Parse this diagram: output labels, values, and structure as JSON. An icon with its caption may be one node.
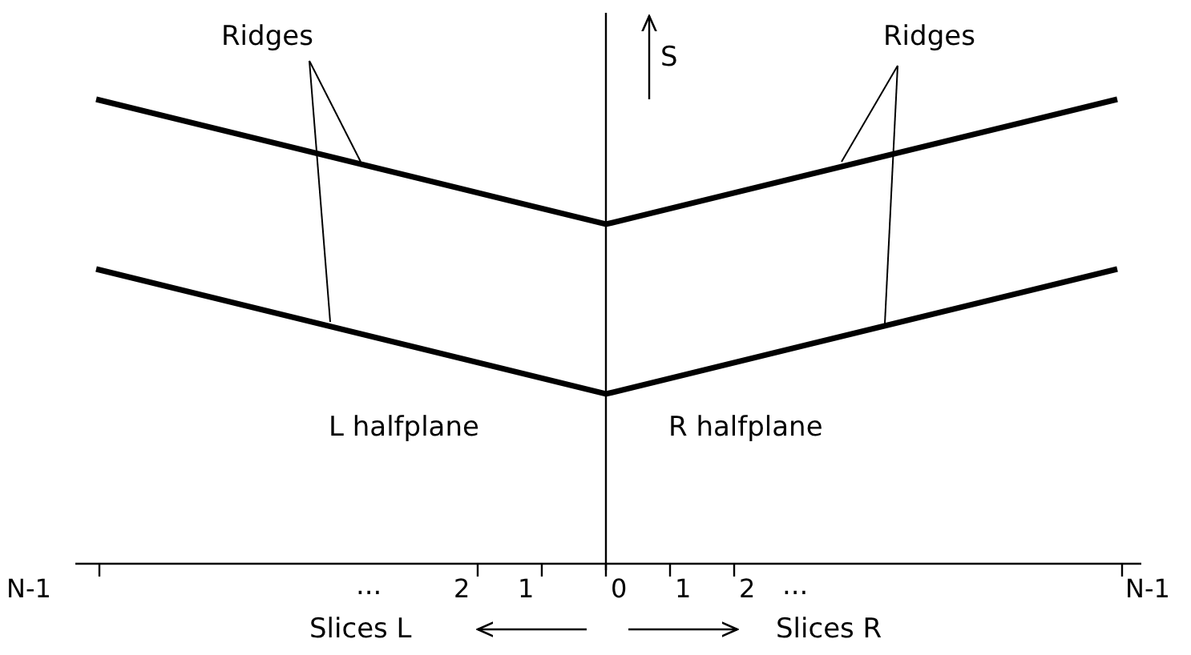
{
  "diagram": {
    "nodes": [
      {
        "text": [
          "Ridges"
        ]
      },
      {
        "text": [
          "Ridges"
        ]
      },
      {
        "text": [],
        "shape": "line"
      },
      {
        "text": [],
        "shape": "line"
      }
    ],
    "edges": [
      {
        "from": 0,
        "to": 2,
        "arrow": "none"
      },
      {
        "from": 0,
        "to": 3,
        "arrow": "none"
      },
      {
        "from": 1,
        "to": 2,
        "arrow": "none"
      },
      {
        "from": 1,
        "to": 3,
        "arrow": "none"
      }
    ],
    "labels": [
      "S",
      "L halfplane",
      "R halfplane",
      "N-1",
      "...",
      "2",
      "1",
      "0",
      "1",
      "2",
      "...",
      "N-1",
      "Slices L",
      "Slices R"
    ]
  }
}
